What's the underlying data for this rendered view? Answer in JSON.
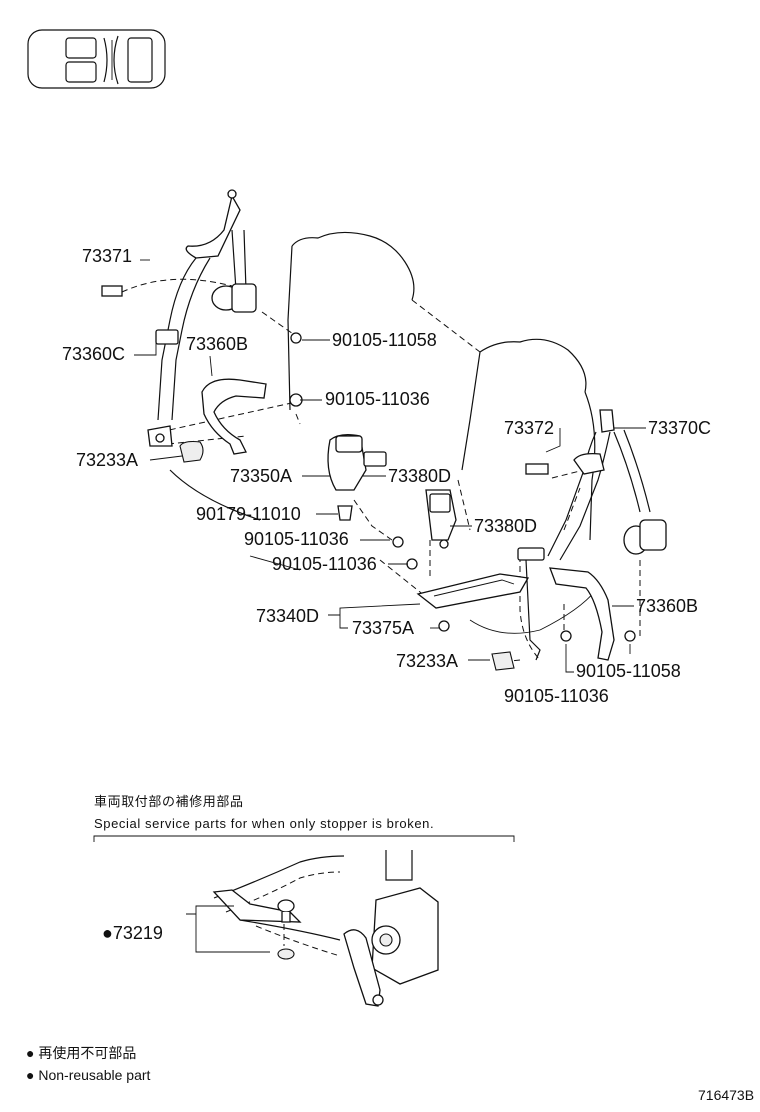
{
  "labels": {
    "p73371": "73371",
    "p73360C": "73360C",
    "p73360B_left": "73360B",
    "p90105_11058_top": "90105-11058",
    "p90105_11036_top": "90105-11036",
    "p73233A_left": "73233A",
    "p73350A": "73350A",
    "p73380D_top": "73380D",
    "p90179_11010": "90179-11010",
    "p73380D_mid": "73380D",
    "p90105_11036_a": "90105-11036",
    "p90105_11036_b": "90105-11036",
    "p73372": "73372",
    "p73370C": "73370C",
    "p73340D": "73340D",
    "p73375A": "73375A",
    "p73360B_right": "73360B",
    "p73233A_right": "73233A",
    "p90105_11058_right": "90105-11058",
    "p90105_11036_right": "90105-11036",
    "p73219": "●73219"
  },
  "inset": {
    "title_jp": "車両取付部の補修用部品",
    "title_en": "Special service parts for when only stopper is broken."
  },
  "legend": {
    "jp": "● 再使用不可部品",
    "en": "● Non-reusable part"
  },
  "figure_id": "716473B"
}
